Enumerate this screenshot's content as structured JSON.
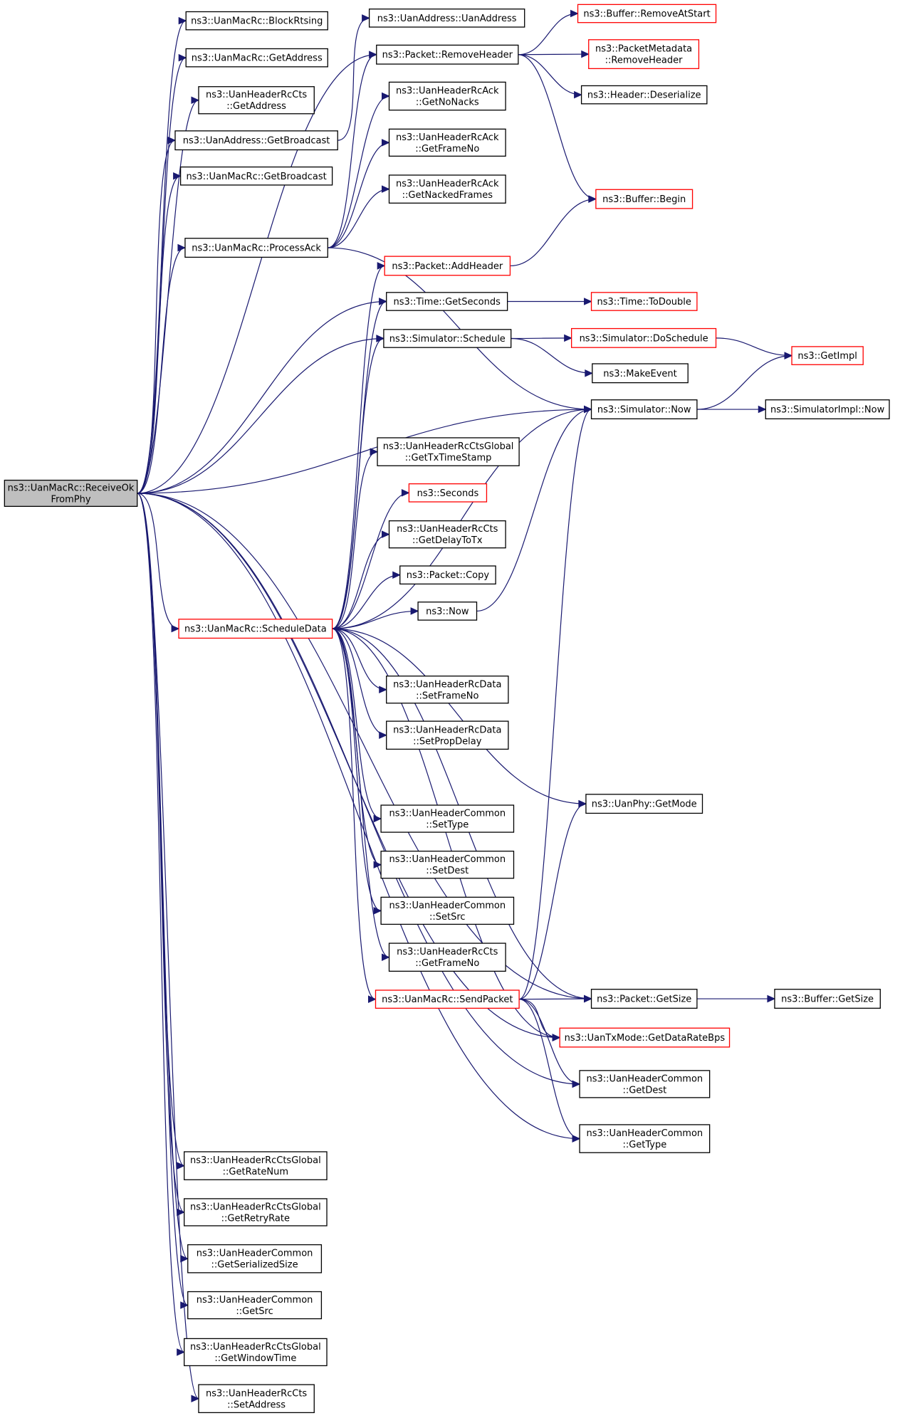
{
  "colors": {
    "edge": "#191970",
    "node_border_normal": "#000000",
    "node_border_truncated": "#ff0000",
    "root_fill": "#bfbfbf",
    "node_fill": "#ffffff"
  },
  "nodes": [
    {
      "id": "root",
      "lines": [
        "ns3::UanMacRc::ReceiveOk",
        "FromPhy"
      ],
      "style": "root"
    },
    {
      "id": "blockrtsing",
      "lines": [
        "ns3::UanMacRc::BlockRtsing"
      ],
      "style": "normal"
    },
    {
      "id": "macgetaddress",
      "lines": [
        "ns3::UanMacRc::GetAddress"
      ],
      "style": "normal"
    },
    {
      "id": "ctsgetaddress",
      "lines": [
        "ns3::UanHeaderRcCts",
        "::GetAddress"
      ],
      "style": "normal"
    },
    {
      "id": "addrgetbroadcast",
      "lines": [
        "ns3::UanAddress::GetBroadcast"
      ],
      "style": "normal"
    },
    {
      "id": "macgetbroadcast",
      "lines": [
        "ns3::UanMacRc::GetBroadcast"
      ],
      "style": "normal"
    },
    {
      "id": "processack",
      "lines": [
        "ns3::UanMacRc::ProcessAck"
      ],
      "style": "normal"
    },
    {
      "id": "scheduledata",
      "lines": [
        "ns3::UanMacRc::ScheduleData"
      ],
      "style": "truncated"
    },
    {
      "id": "getratenum",
      "lines": [
        "ns3::UanHeaderRcCtsGlobal",
        "::GetRateNum"
      ],
      "style": "normal"
    },
    {
      "id": "getretryrate",
      "lines": [
        "ns3::UanHeaderRcCtsGlobal",
        "::GetRetryRate"
      ],
      "style": "normal"
    },
    {
      "id": "getserializedsize",
      "lines": [
        "ns3::UanHeaderCommon",
        "::GetSerializedSize"
      ],
      "style": "normal"
    },
    {
      "id": "commongetsrc",
      "lines": [
        "ns3::UanHeaderCommon",
        "::GetSrc"
      ],
      "style": "normal"
    },
    {
      "id": "getwindowtime",
      "lines": [
        "ns3::UanHeaderRcCtsGlobal",
        "::GetWindowTime"
      ],
      "style": "normal"
    },
    {
      "id": "ctssetaddress",
      "lines": [
        "ns3::UanHeaderRcCts",
        "::SetAddress"
      ],
      "style": "normal"
    },
    {
      "id": "uanaddress",
      "lines": [
        "ns3::UanAddress::UanAddress"
      ],
      "style": "normal"
    },
    {
      "id": "removeheader",
      "lines": [
        "ns3::Packet::RemoveHeader"
      ],
      "style": "normal"
    },
    {
      "id": "getnonacks",
      "lines": [
        "ns3::UanHeaderRcAck",
        "::GetNoNacks"
      ],
      "style": "normal"
    },
    {
      "id": "ackgetframeno",
      "lines": [
        "ns3::UanHeaderRcAck",
        "::GetFrameNo"
      ],
      "style": "normal"
    },
    {
      "id": "getnackedframes",
      "lines": [
        "ns3::UanHeaderRcAck",
        "::GetNackedFrames"
      ],
      "style": "normal"
    },
    {
      "id": "addheader",
      "lines": [
        "ns3::Packet::AddHeader"
      ],
      "style": "truncated"
    },
    {
      "id": "timegetseconds",
      "lines": [
        "ns3::Time::GetSeconds"
      ],
      "style": "normal"
    },
    {
      "id": "simschedule",
      "lines": [
        "ns3::Simulator::Schedule"
      ],
      "style": "normal"
    },
    {
      "id": "gettxtimestamp",
      "lines": [
        "ns3::UanHeaderRcCtsGlobal",
        "::GetTxTimeStamp"
      ],
      "style": "normal"
    },
    {
      "id": "seconds",
      "lines": [
        "ns3::Seconds"
      ],
      "style": "truncated"
    },
    {
      "id": "getdelaytotx",
      "lines": [
        "ns3::UanHeaderRcCts",
        "::GetDelayToTx"
      ],
      "style": "normal"
    },
    {
      "id": "packetcopy",
      "lines": [
        "ns3::Packet::Copy"
      ],
      "style": "normal"
    },
    {
      "id": "ns3now",
      "lines": [
        "ns3::Now"
      ],
      "style": "normal"
    },
    {
      "id": "datasetframeno",
      "lines": [
        "ns3::UanHeaderRcData",
        "::SetFrameNo"
      ],
      "style": "normal"
    },
    {
      "id": "datasetpropdelay",
      "lines": [
        "ns3::UanHeaderRcData",
        "::SetPropDelay"
      ],
      "style": "normal"
    },
    {
      "id": "commonsettype",
      "lines": [
        "ns3::UanHeaderCommon",
        "::SetType"
      ],
      "style": "normal"
    },
    {
      "id": "commonsetdest",
      "lines": [
        "ns3::UanHeaderCommon",
        "::SetDest"
      ],
      "style": "normal"
    },
    {
      "id": "commonsetsrc",
      "lines": [
        "ns3::UanHeaderCommon",
        "::SetSrc"
      ],
      "style": "normal"
    },
    {
      "id": "ctsgetframeno",
      "lines": [
        "ns3::UanHeaderRcCts",
        "::GetFrameNo"
      ],
      "style": "normal"
    },
    {
      "id": "sendpacket",
      "lines": [
        "ns3::UanMacRc::SendPacket"
      ],
      "style": "truncated"
    },
    {
      "id": "removeatstart",
      "lines": [
        "ns3::Buffer::RemoveAtStart"
      ],
      "style": "truncated"
    },
    {
      "id": "metaremoveheader",
      "lines": [
        "ns3::PacketMetadata",
        "::RemoveHeader"
      ],
      "style": "truncated"
    },
    {
      "id": "deserialize",
      "lines": [
        "ns3::Header::Deserialize"
      ],
      "style": "normal"
    },
    {
      "id": "bufferbegin",
      "lines": [
        "ns3::Buffer::Begin"
      ],
      "style": "truncated"
    },
    {
      "id": "todouble",
      "lines": [
        "ns3::Time::ToDouble"
      ],
      "style": "truncated"
    },
    {
      "id": "doschedule",
      "lines": [
        "ns3::Simulator::DoSchedule"
      ],
      "style": "truncated"
    },
    {
      "id": "makeevent",
      "lines": [
        "ns3::MakeEvent"
      ],
      "style": "normal"
    },
    {
      "id": "simnow",
      "lines": [
        "ns3::Simulator::Now"
      ],
      "style": "normal"
    },
    {
      "id": "getmode",
      "lines": [
        "ns3::UanPhy::GetMode"
      ],
      "style": "normal"
    },
    {
      "id": "packetgetsize",
      "lines": [
        "ns3::Packet::GetSize"
      ],
      "style": "normal"
    },
    {
      "id": "getdataratebps",
      "lines": [
        "ns3::UanTxMode::GetDataRateBps"
      ],
      "style": "truncated"
    },
    {
      "id": "commongetdest",
      "lines": [
        "ns3::UanHeaderCommon",
        "::GetDest"
      ],
      "style": "normal"
    },
    {
      "id": "commongettype",
      "lines": [
        "ns3::UanHeaderCommon",
        "::GetType"
      ],
      "style": "normal"
    },
    {
      "id": "getimpl",
      "lines": [
        "ns3::GetImpl"
      ],
      "style": "truncated"
    },
    {
      "id": "simimplnow",
      "lines": [
        "ns3::SimulatorImpl::Now"
      ],
      "style": "normal"
    },
    {
      "id": "buffergetsize",
      "lines": [
        "ns3::Buffer::GetSize"
      ],
      "style": "normal"
    }
  ],
  "edges": [
    [
      "root",
      "blockrtsing"
    ],
    [
      "root",
      "macgetaddress"
    ],
    [
      "root",
      "ctsgetaddress"
    ],
    [
      "root",
      "addrgetbroadcast"
    ],
    [
      "root",
      "macgetbroadcast"
    ],
    [
      "root",
      "processack"
    ],
    [
      "root",
      "removeheader"
    ],
    [
      "root",
      "timegetseconds"
    ],
    [
      "root",
      "simschedule"
    ],
    [
      "root",
      "simnow"
    ],
    [
      "root",
      "scheduledata"
    ],
    [
      "root",
      "packetgetsize"
    ],
    [
      "root",
      "getdataratebps"
    ],
    [
      "root",
      "commongetdest"
    ],
    [
      "root",
      "commongettype"
    ],
    [
      "root",
      "getratenum"
    ],
    [
      "root",
      "getretryrate"
    ],
    [
      "root",
      "getserializedsize"
    ],
    [
      "root",
      "commongetsrc"
    ],
    [
      "root",
      "getwindowtime"
    ],
    [
      "root",
      "ctssetaddress"
    ],
    [
      "addrgetbroadcast",
      "uanaddress"
    ],
    [
      "processack",
      "removeheader"
    ],
    [
      "processack",
      "getnonacks"
    ],
    [
      "processack",
      "ackgetframeno"
    ],
    [
      "processack",
      "getnackedframes"
    ],
    [
      "processack",
      "simnow"
    ],
    [
      "removeheader",
      "removeatstart"
    ],
    [
      "removeheader",
      "metaremoveheader"
    ],
    [
      "removeheader",
      "deserialize"
    ],
    [
      "removeheader",
      "bufferbegin"
    ],
    [
      "addheader",
      "bufferbegin"
    ],
    [
      "timegetseconds",
      "todouble"
    ],
    [
      "simschedule",
      "doschedule"
    ],
    [
      "simschedule",
      "makeevent"
    ],
    [
      "doschedule",
      "getimpl"
    ],
    [
      "simnow",
      "getimpl"
    ],
    [
      "simnow",
      "simimplnow"
    ],
    [
      "ns3now",
      "simnow"
    ],
    [
      "scheduledata",
      "addheader"
    ],
    [
      "scheduledata",
      "timegetseconds"
    ],
    [
      "scheduledata",
      "simschedule"
    ],
    [
      "scheduledata",
      "simnow"
    ],
    [
      "scheduledata",
      "gettxtimestamp"
    ],
    [
      "scheduledata",
      "seconds"
    ],
    [
      "scheduledata",
      "getdelaytotx"
    ],
    [
      "scheduledata",
      "packetcopy"
    ],
    [
      "scheduledata",
      "ns3now"
    ],
    [
      "scheduledata",
      "datasetframeno"
    ],
    [
      "scheduledata",
      "datasetpropdelay"
    ],
    [
      "scheduledata",
      "commonsettype"
    ],
    [
      "scheduledata",
      "commonsetdest"
    ],
    [
      "scheduledata",
      "commonsetsrc"
    ],
    [
      "scheduledata",
      "ctsgetframeno"
    ],
    [
      "scheduledata",
      "sendpacket"
    ],
    [
      "scheduledata",
      "getmode"
    ],
    [
      "scheduledata",
      "packetgetsize"
    ],
    [
      "scheduledata",
      "getdataratebps"
    ],
    [
      "sendpacket",
      "simnow"
    ],
    [
      "sendpacket",
      "getmode"
    ],
    [
      "sendpacket",
      "packetgetsize"
    ],
    [
      "sendpacket",
      "getdataratebps"
    ],
    [
      "sendpacket",
      "commongetdest"
    ],
    [
      "sendpacket",
      "commongettype"
    ],
    [
      "packetgetsize",
      "buffergetsize"
    ]
  ]
}
